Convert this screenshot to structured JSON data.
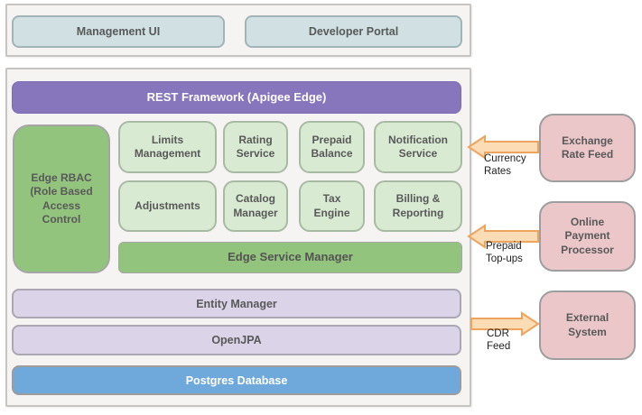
{
  "palette": {
    "panel_bg": "#f5f4f2",
    "panel_border": "#c5c4c2",
    "teal_fill": "#d0e0e3",
    "teal_border": "#a3b4b8",
    "purple_fill": "#8776bc",
    "purple_border": "#7e6db4",
    "green_fill": "#93c47d",
    "green_border": "#a5a5a5",
    "lightgreen_fill": "#d9ead3",
    "lightgreen_border": "#a9baa4",
    "lavender_fill": "#dbd3e8",
    "lavender_border": "#aaa7b2",
    "blue_fill": "#6fa9dc",
    "blue_border": "#9c9c9c",
    "pink_fill": "#ebc7ca",
    "pink_border": "#9e9e9e",
    "arrow_fill": "#fcdcb5",
    "arrow_border": "#eca45f",
    "box_text": "#595959",
    "flow_text": "#1f1f1f"
  },
  "top_panel": {
    "boxes": [
      {
        "label": "Management UI"
      },
      {
        "label": "Developer Portal"
      }
    ]
  },
  "main_panel": {
    "rest_bar": "REST Framework (Apigee Edge)",
    "rbac": "Edge RBAC (Role Based Access Control",
    "services": [
      "Limits Management",
      "Rating Service",
      "Prepaid Balance",
      "Notification Service",
      "Adjustments",
      "Catalog Manager",
      "Tax Engine",
      "Billing & Reporting"
    ],
    "service_manager": "Edge Service Manager",
    "layers": [
      "Entity Manager",
      "OpenJPA",
      "Postgres Database"
    ]
  },
  "externals": [
    {
      "label": "Exchange Rate Feed"
    },
    {
      "label": "Online Payment Processor"
    },
    {
      "label": "External System"
    }
  ],
  "flows": [
    {
      "label": "Currency\nRates",
      "direction": "in"
    },
    {
      "label": "Prepaid\nTop-ups",
      "direction": "in"
    },
    {
      "label": "CDR\nFeed",
      "direction": "out"
    }
  ]
}
